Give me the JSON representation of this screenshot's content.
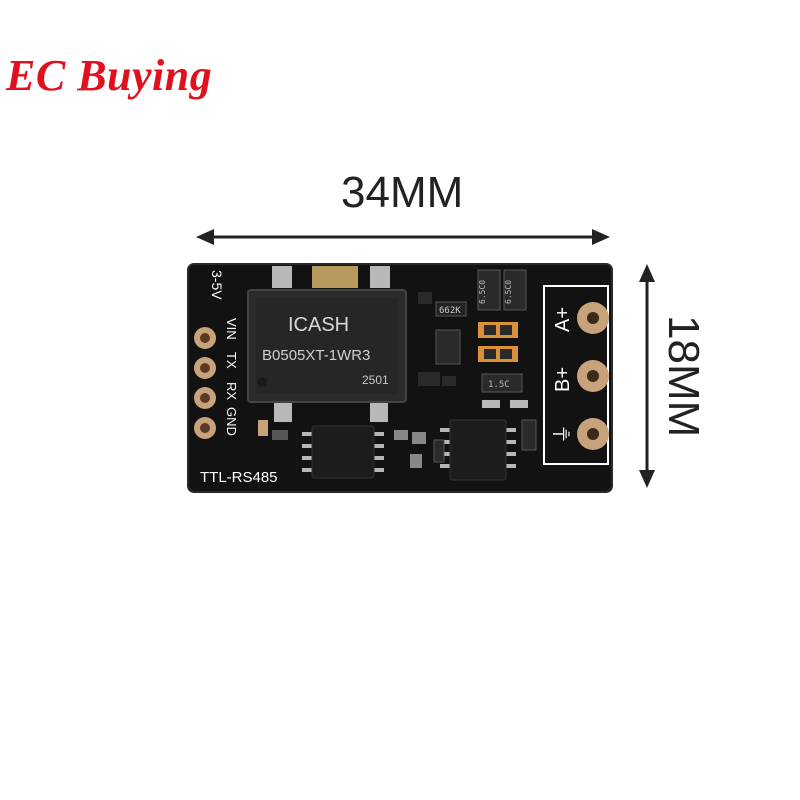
{
  "brand": {
    "text": "EC Buying",
    "color": "#e0111d"
  },
  "dimensions": {
    "width_label": "34MM",
    "height_label": "18MM"
  },
  "board": {
    "colors": {
      "pcb": "#121212",
      "pad": "#c8a27a",
      "silk": "#ffffff"
    },
    "left_header": {
      "voltage": "3-5V",
      "pins": [
        "VIN",
        "TX",
        "RX",
        "GND"
      ]
    },
    "module_name": "TTL-RS485",
    "converter": {
      "brand": "ICASH",
      "model": "B0505XT-1WR3",
      "code": "2501"
    },
    "right_terminals": [
      "A+",
      "B+",
      "⏚"
    ],
    "small_marks": [
      "662K",
      "6.5C0",
      "6.5C0",
      "1.5C"
    ]
  }
}
